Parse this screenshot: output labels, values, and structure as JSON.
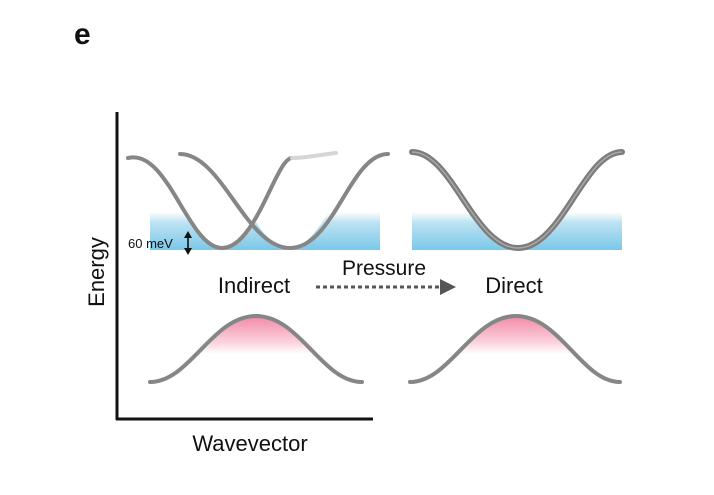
{
  "figure": {
    "panel_letter": "e",
    "y_axis_label": "Energy",
    "x_axis_label": "Wavevector",
    "energy_offset_label": "60 meV",
    "left_state_label": "Indirect",
    "arrow_label": "Pressure",
    "right_state_label": "Direct"
  },
  "colors": {
    "band_line": "#868686",
    "conduction_fill": "#6ec3e6",
    "valence_fill": "#f27d9c",
    "axis": "#111111"
  },
  "icons": {
    "energy_offset_marker": "double-arrow-vertical-icon",
    "pressure_arrow": "dotted-arrow-right-icon"
  }
}
